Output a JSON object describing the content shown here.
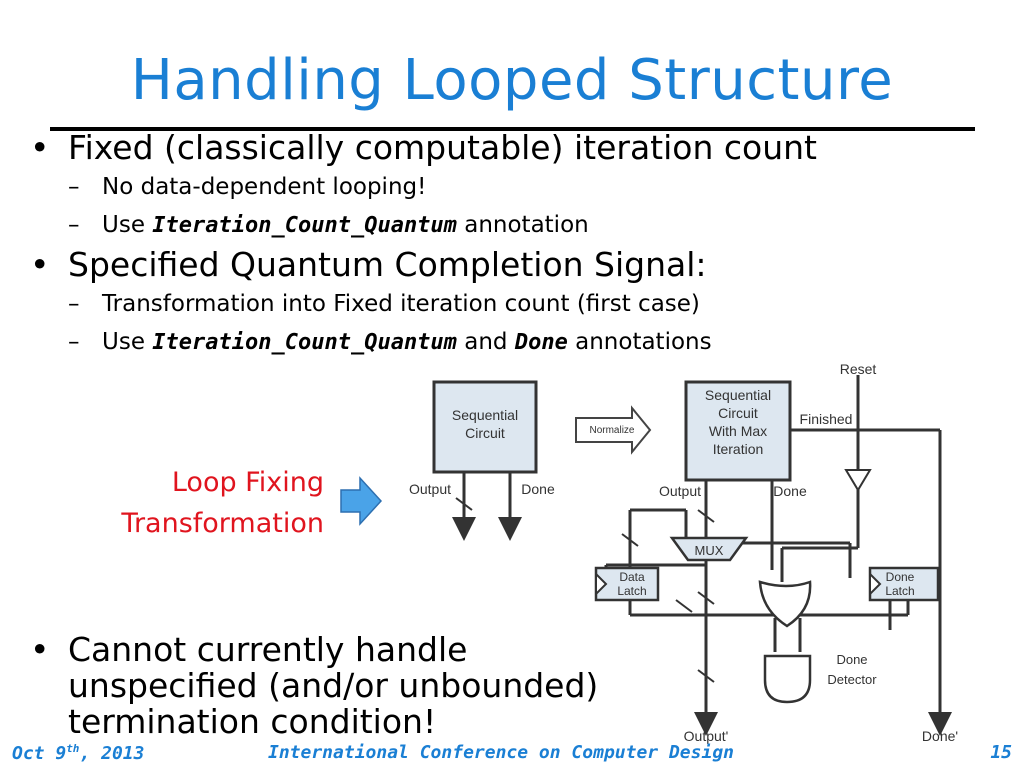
{
  "slide": {
    "title": "Handling Looped Structure",
    "bullets": [
      {
        "text": "Fixed (classically computable) iteration count",
        "sub": [
          {
            "prefix": "No data-dependent looping!",
            "code": "",
            "middle": "",
            "code2": "",
            "suffix": ""
          },
          {
            "prefix": "Use ",
            "code": "Iteration_Count_Quantum",
            "middle": " annotation",
            "code2": "",
            "suffix": ""
          }
        ]
      },
      {
        "text": "Specified Quantum Completion Signal:",
        "sub": [
          {
            "prefix": "Transformation into Fixed iteration count (first case)",
            "code": "",
            "middle": "",
            "code2": "",
            "suffix": ""
          },
          {
            "prefix": "Use ",
            "code": "Iteration_Count_Quantum",
            "middle": " and ",
            "code2": "Done",
            "suffix": " annotations"
          }
        ]
      }
    ],
    "bottom_bullet": {
      "line1": "Cannot currently handle",
      "line2": "unspecified (and/or unbounded)",
      "line3": "termination condition!"
    },
    "loop_label": {
      "line1": "Loop Fixing",
      "line2": "Transformation"
    },
    "bullet_glyph": "•",
    "dash_glyph": "–"
  },
  "diagram": {
    "left_box": {
      "line1": "Sequential",
      "line2": "Circuit",
      "output": "Output",
      "done": "Done"
    },
    "normalize": "Normalize",
    "right_box": {
      "line1": "Sequential",
      "line2": "Circuit",
      "line3": "With Max",
      "line4": "Iteration"
    },
    "labels": {
      "reset": "Reset",
      "finished": "Finished",
      "output": "Output",
      "done": "Done",
      "mux": "MUX",
      "data_latch_1": "Data",
      "data_latch_2": "Latch",
      "done_latch_1": "Done",
      "done_latch_2": "Latch",
      "done_detector_1": "Done",
      "done_detector_2": "Detector",
      "output_prime": "Output'",
      "done_prime": "Done'"
    }
  },
  "footer": {
    "date_main": "Oct 9",
    "date_sup": "th",
    "date_year": ", 2013",
    "conference": "International Conference on Computer Design",
    "page": "15"
  },
  "colors": {
    "title": "#1a7fd4",
    "loop_label": "#e0141e",
    "arrow_fill": "#4aa3e8",
    "footer": "#1a7fd4"
  }
}
